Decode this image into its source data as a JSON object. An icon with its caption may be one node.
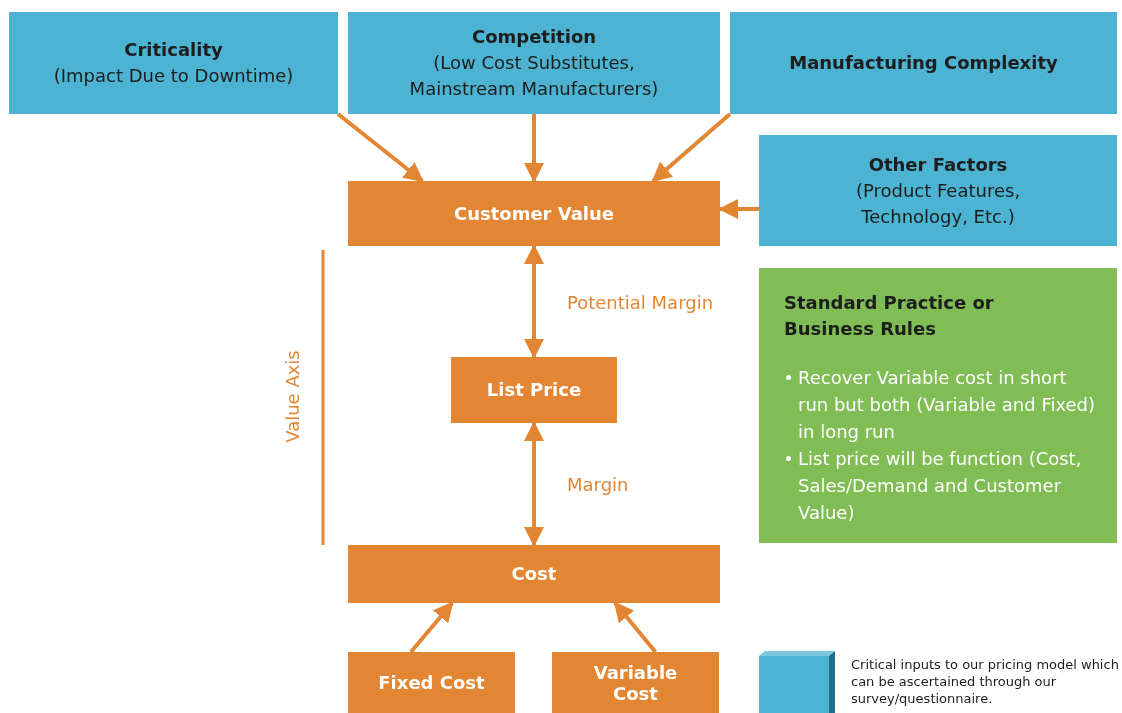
{
  "diagram": {
    "nodes": [
      {
        "text": [
          "Criticality",
          "(Impact Due to Downtime)"
        ]
      },
      {
        "text": [
          "Competition",
          "(Low Cost Substitutes, Mainstream Manufacturers)"
        ]
      },
      {
        "text": [
          "Manufacturing Complexity"
        ]
      },
      {
        "text": [
          "Other Factors",
          "(Product Features, Technology, Etc.)"
        ]
      },
      {
        "text": [
          "Customer Value"
        ]
      },
      {
        "text": [
          "List Price"
        ]
      },
      {
        "text": [
          "Cost"
        ]
      },
      {
        "text": [
          "Fixed Cost"
        ]
      },
      {
        "text": [
          "Variable Cost"
        ]
      },
      {
        "text": [
          "Standard Practice or Business Rules",
          "Recover Variable cost in short run but both (Variable and Fixed) in long run",
          "List price will be function (Cost, Sales/Demand and Customer Value)"
        ]
      }
    ],
    "edges": [
      {
        "from": 0,
        "to": 4,
        "arrow": "to"
      },
      {
        "from": 1,
        "to": 4,
        "arrow": "to"
      },
      {
        "from": 2,
        "to": 4,
        "arrow": "to"
      },
      {
        "from": 3,
        "to": 4,
        "arrow": "to"
      },
      {
        "from": 4,
        "to": 5,
        "arrow": "both",
        "label": "Potential Margin"
      },
      {
        "from": 5,
        "to": 6,
        "arrow": "both",
        "label": "Margin"
      },
      {
        "from": 7,
        "to": 6,
        "arrow": "to"
      },
      {
        "from": 8,
        "to": 6,
        "arrow": "to"
      }
    ],
    "labels": [
      "Value Axis"
    ],
    "legend": [
      {
        "text": "Critical inputs to our pricing model which can be ascertained through our survey/questionnaire.",
        "color": "#4db3d2"
      }
    ]
  }
}
